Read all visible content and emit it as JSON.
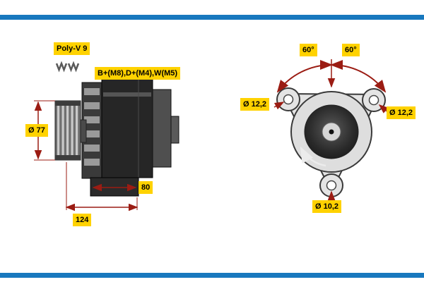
{
  "colors": {
    "label_bg": "#ffd200",
    "dimension_red": "#9b1c13",
    "frame_blue": "#1878be"
  },
  "side_view": {
    "belt_type_label": "Poly-V 9",
    "terminals_label": "B+(M8),D+(M4),W(M5)",
    "pulley_diameter": "Ø 77",
    "foot_length": "80",
    "overall_length": "124"
  },
  "front_view": {
    "angle_left": "60°",
    "angle_right": "60°",
    "hole_left_diameter": "Ø 12,2",
    "hole_right_diameter": "Ø 12,2",
    "hole_bottom_diameter": "Ø 10,2"
  }
}
